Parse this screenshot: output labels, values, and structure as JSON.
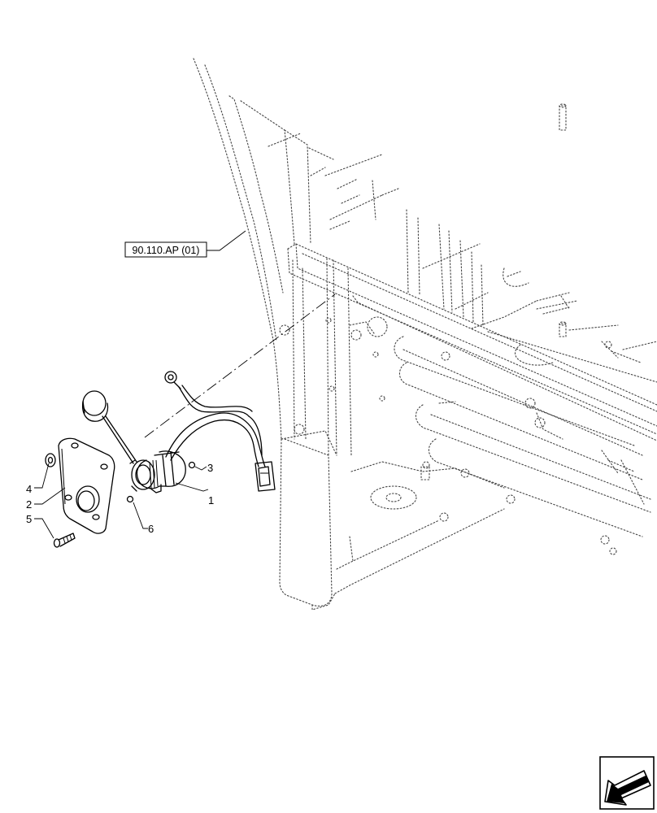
{
  "reference_label": "90.110.AP (01)",
  "callouts": {
    "c1": "1",
    "c2": "2",
    "c3": "3",
    "c4": "4",
    "c5": "5",
    "c6": "6"
  },
  "nav_icon": "arrow-icon"
}
